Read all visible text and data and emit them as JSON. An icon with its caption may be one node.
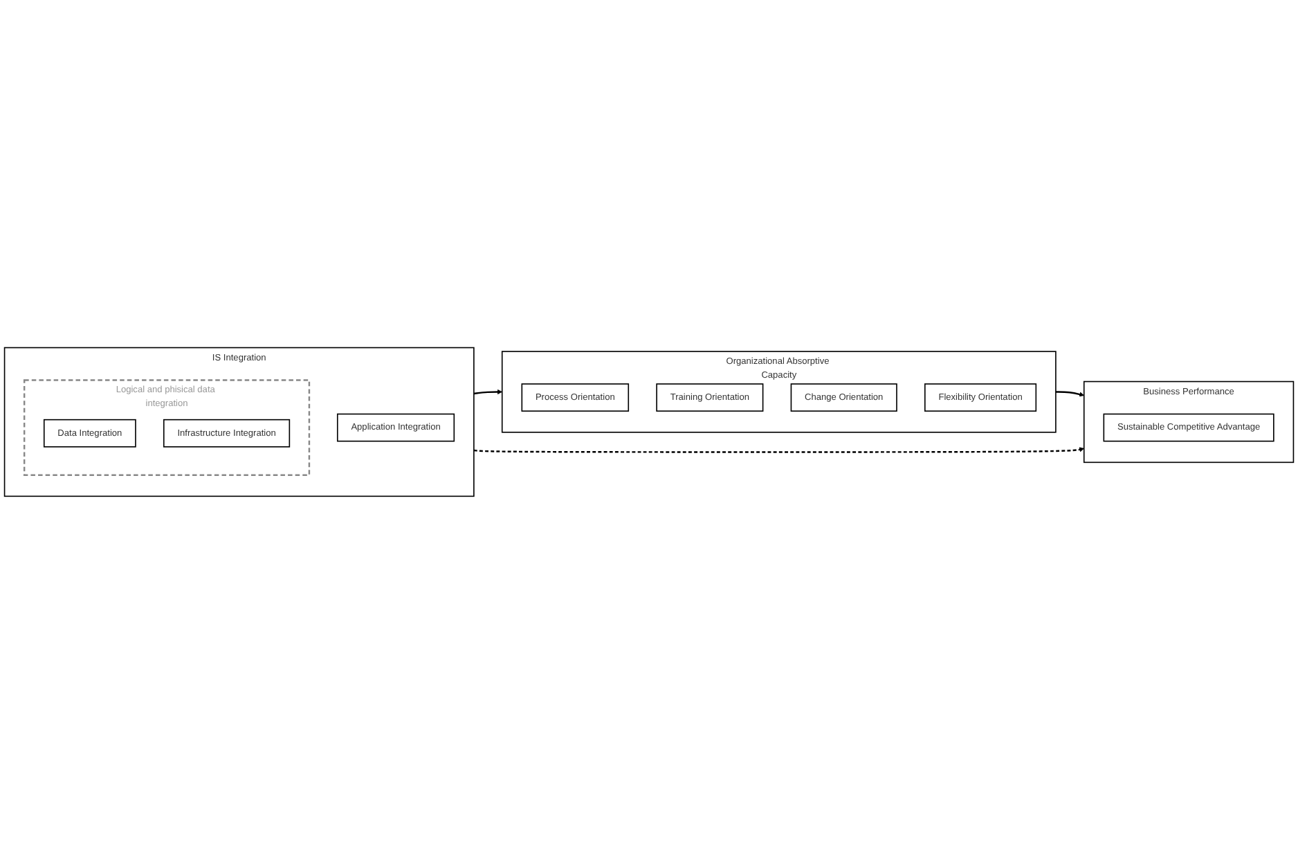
{
  "diagram": {
    "nodes": [
      {
        "text": [
          "IS Integration"
        ]
      },
      {
        "text": [
          "Application Integration"
        ],
        "in": 0
      },
      {
        "text": [],
        "shape": "box",
        "in": 0,
        "beside": [
          "Logical and phisical data integration"
        ]
      },
      {
        "text": [
          "Data Integration"
        ],
        "in": 2
      },
      {
        "text": [
          "Infrastructure Integration"
        ],
        "in": 2
      },
      {
        "text": [
          "Organizational Absorptive Capacity"
        ]
      },
      {
        "text": [
          "Process Orientation"
        ],
        "in": 5
      },
      {
        "text": [
          "Training Orientation"
        ],
        "in": 5
      },
      {
        "text": [
          "Change Orientation"
        ],
        "in": 5
      },
      {
        "text": [
          "Flexibility Orientation"
        ],
        "in": 5
      },
      {
        "text": [
          "Business Performance"
        ]
      },
      {
        "text": [
          "Sustainable Competitive Advantage"
        ],
        "in": 10
      }
    ],
    "edges": [
      {
        "from": 0,
        "to": 5,
        "arrow": "to"
      },
      {
        "from": 5,
        "to": 10,
        "arrow": "to"
      },
      {
        "from": 0,
        "to": 10,
        "arrow": "to",
        "style": "dashed"
      }
    ]
  }
}
